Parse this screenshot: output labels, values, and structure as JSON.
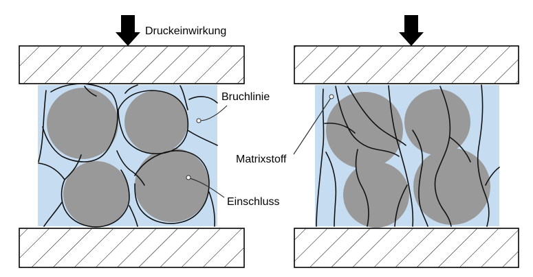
{
  "labels": {
    "pressure": "Druckeinwirkung",
    "fracture_line": "Bruchlinie",
    "matrix": "Matrixstoff",
    "inclusion": "Einschluss"
  },
  "colors": {
    "matrix": "#c5dcf1",
    "inclusion": "#999999",
    "plate": "#ffffff",
    "crack": "#111111"
  },
  "icons": {
    "arrow": "down-arrow-icon"
  }
}
